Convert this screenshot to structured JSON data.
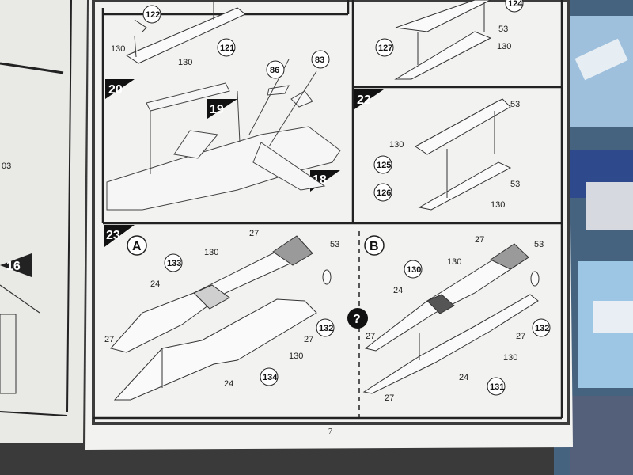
{
  "page_number": "7",
  "steps": {
    "s19": "19",
    "s20": "20",
    "s18": "18",
    "s22": "22",
    "s23": "23",
    "s16": "16"
  },
  "variants": {
    "a": "A",
    "b": "B"
  },
  "help_symbol": "?",
  "left_page": {
    "part_03": "03"
  },
  "panel_top_left": {
    "p122": "122",
    "p121": "121",
    "p130a": "130",
    "p130b": "130"
  },
  "panel_20": {
    "p86": "86",
    "p83": "83"
  },
  "panel_top_right": {
    "p124": "124",
    "p127": "127",
    "p53": "53",
    "p130": "130"
  },
  "panel_22": {
    "p53a": "53",
    "p130": "130",
    "p125": "125",
    "p126": "126",
    "p53b": "53",
    "p130b": "130"
  },
  "panel_23a": {
    "p27a": "27",
    "p130a": "130",
    "p133": "133",
    "p24a": "24",
    "p53": "53",
    "p132": "132",
    "p27b": "27",
    "p27c": "27",
    "p130b": "130",
    "p24b": "24",
    "p134": "134"
  },
  "panel_23b": {
    "p27a": "27",
    "p130a": "130",
    "p53": "53",
    "p24a": "24",
    "p132": "132",
    "p27b": "27",
    "p27c": "27",
    "p130b": "130",
    "p24b": "24",
    "p131": "131",
    "p27d": "27"
  },
  "colors": {
    "paper": "#f2f2f0",
    "ink": "#222222",
    "frame": "#3c3c3c",
    "background": "#3a3a3a"
  }
}
